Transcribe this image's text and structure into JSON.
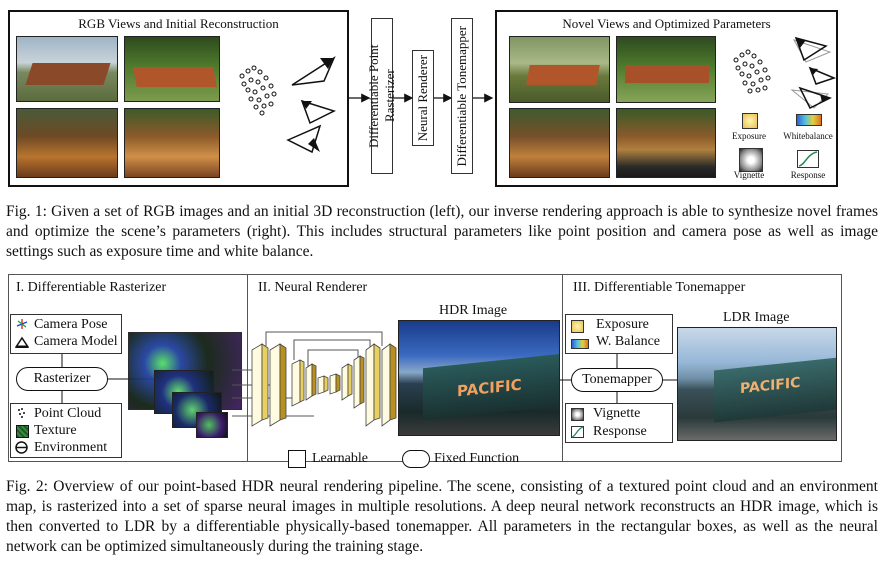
{
  "fig1": {
    "left_title": "RGB Views and Initial Reconstruction",
    "right_title": "Novel Views and Optimized Parameters",
    "stage1": "Differentiable Point Rasterizer",
    "stage2": "Neural Renderer",
    "stage3": "Differentiable Tonemapper",
    "param_labels": [
      "Exposure",
      "Whitebalance",
      "Vignette",
      "Response"
    ],
    "caption": "Fig. 1:  Given a set of RGB images and an initial 3D reconstruction (left), our inverse rendering approach is able to synthesize novel frames and optimize the scene’s parameters (right). This includes structural parameters like point position and camera pose as well as image settings such as exposure time and white balance."
  },
  "fig2": {
    "section1_title": "I. Differentiable Rasterizer",
    "section2_title": "II. Neural Renderer",
    "section3_title": "III. Differentiable Tonemapper",
    "cam_inputs": [
      "Camera Pose",
      "Camera Model"
    ],
    "rasterizer": "Rasterizer",
    "scene_inputs": [
      "Point Cloud",
      "Texture",
      "Environment"
    ],
    "hdr_label": "HDR Image",
    "ldr_label": "LDR Image",
    "tonemapper": "Tonemapper",
    "tone_top": [
      "Exposure",
      "W. Balance"
    ],
    "tone_bottom": [
      "Vignette",
      "Response"
    ],
    "legend_learnable": "Learnable",
    "legend_fixed": "Fixed Function",
    "train_text": "PACIFIC",
    "caption": "Fig. 2: Overview of our point-based HDR neural rendering pipeline. The scene, consisting of a textured point cloud and an environment map, is rasterized into a set of sparse neural images in multiple resolutions. A deep neural network reconstructs an HDR image, which is then converted to LDR by a differentiable physically-based tonemapper. All parameters in the rectangular boxes, as well as the neural network can be optimized simultaneously during the training stage."
  }
}
